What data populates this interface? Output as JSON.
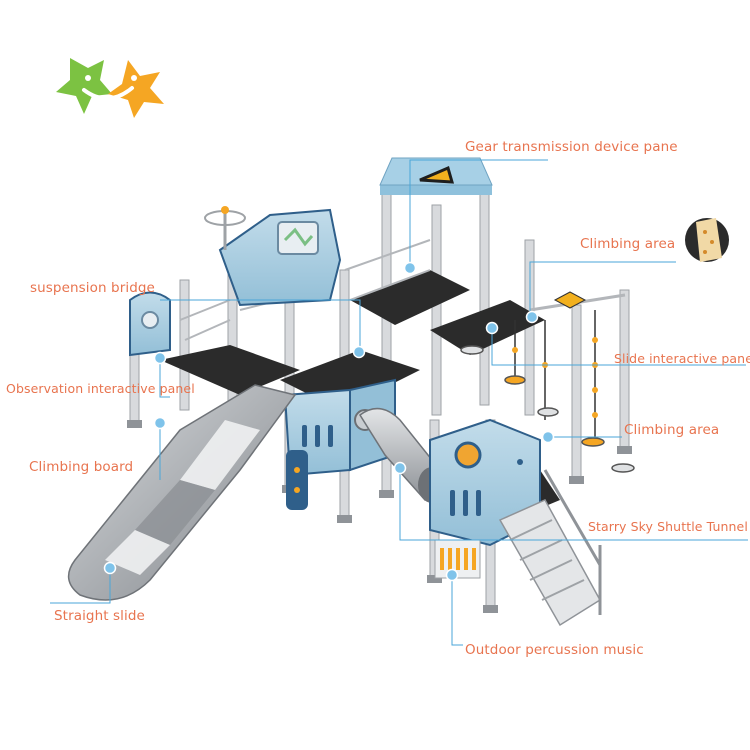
{
  "labels": {
    "gear": "Gear transmission device pane",
    "climbing_area_top": "Climbing area",
    "suspension_bridge": "suspension bridge",
    "slide_panel": "Slide interactive panel",
    "observation_panel": "Observation interactive panel",
    "climbing_area_right": "Climbing area",
    "climbing_board": "Climbing board",
    "tunnel": "Starry Sky Shuttle Tunnel",
    "straight_slide": "Straight slide",
    "percussion": "Outdoor percussion music"
  },
  "colors": {
    "label": "#e8744f",
    "leader": "#4aa6d8",
    "panel_blue": "#a9cfe3",
    "panel_dark": "#2f5f8a",
    "steel": "#b9bcc0",
    "deck": "#2b2b2b",
    "logo_green": "#7cc242",
    "logo_orange": "#f5a623"
  }
}
